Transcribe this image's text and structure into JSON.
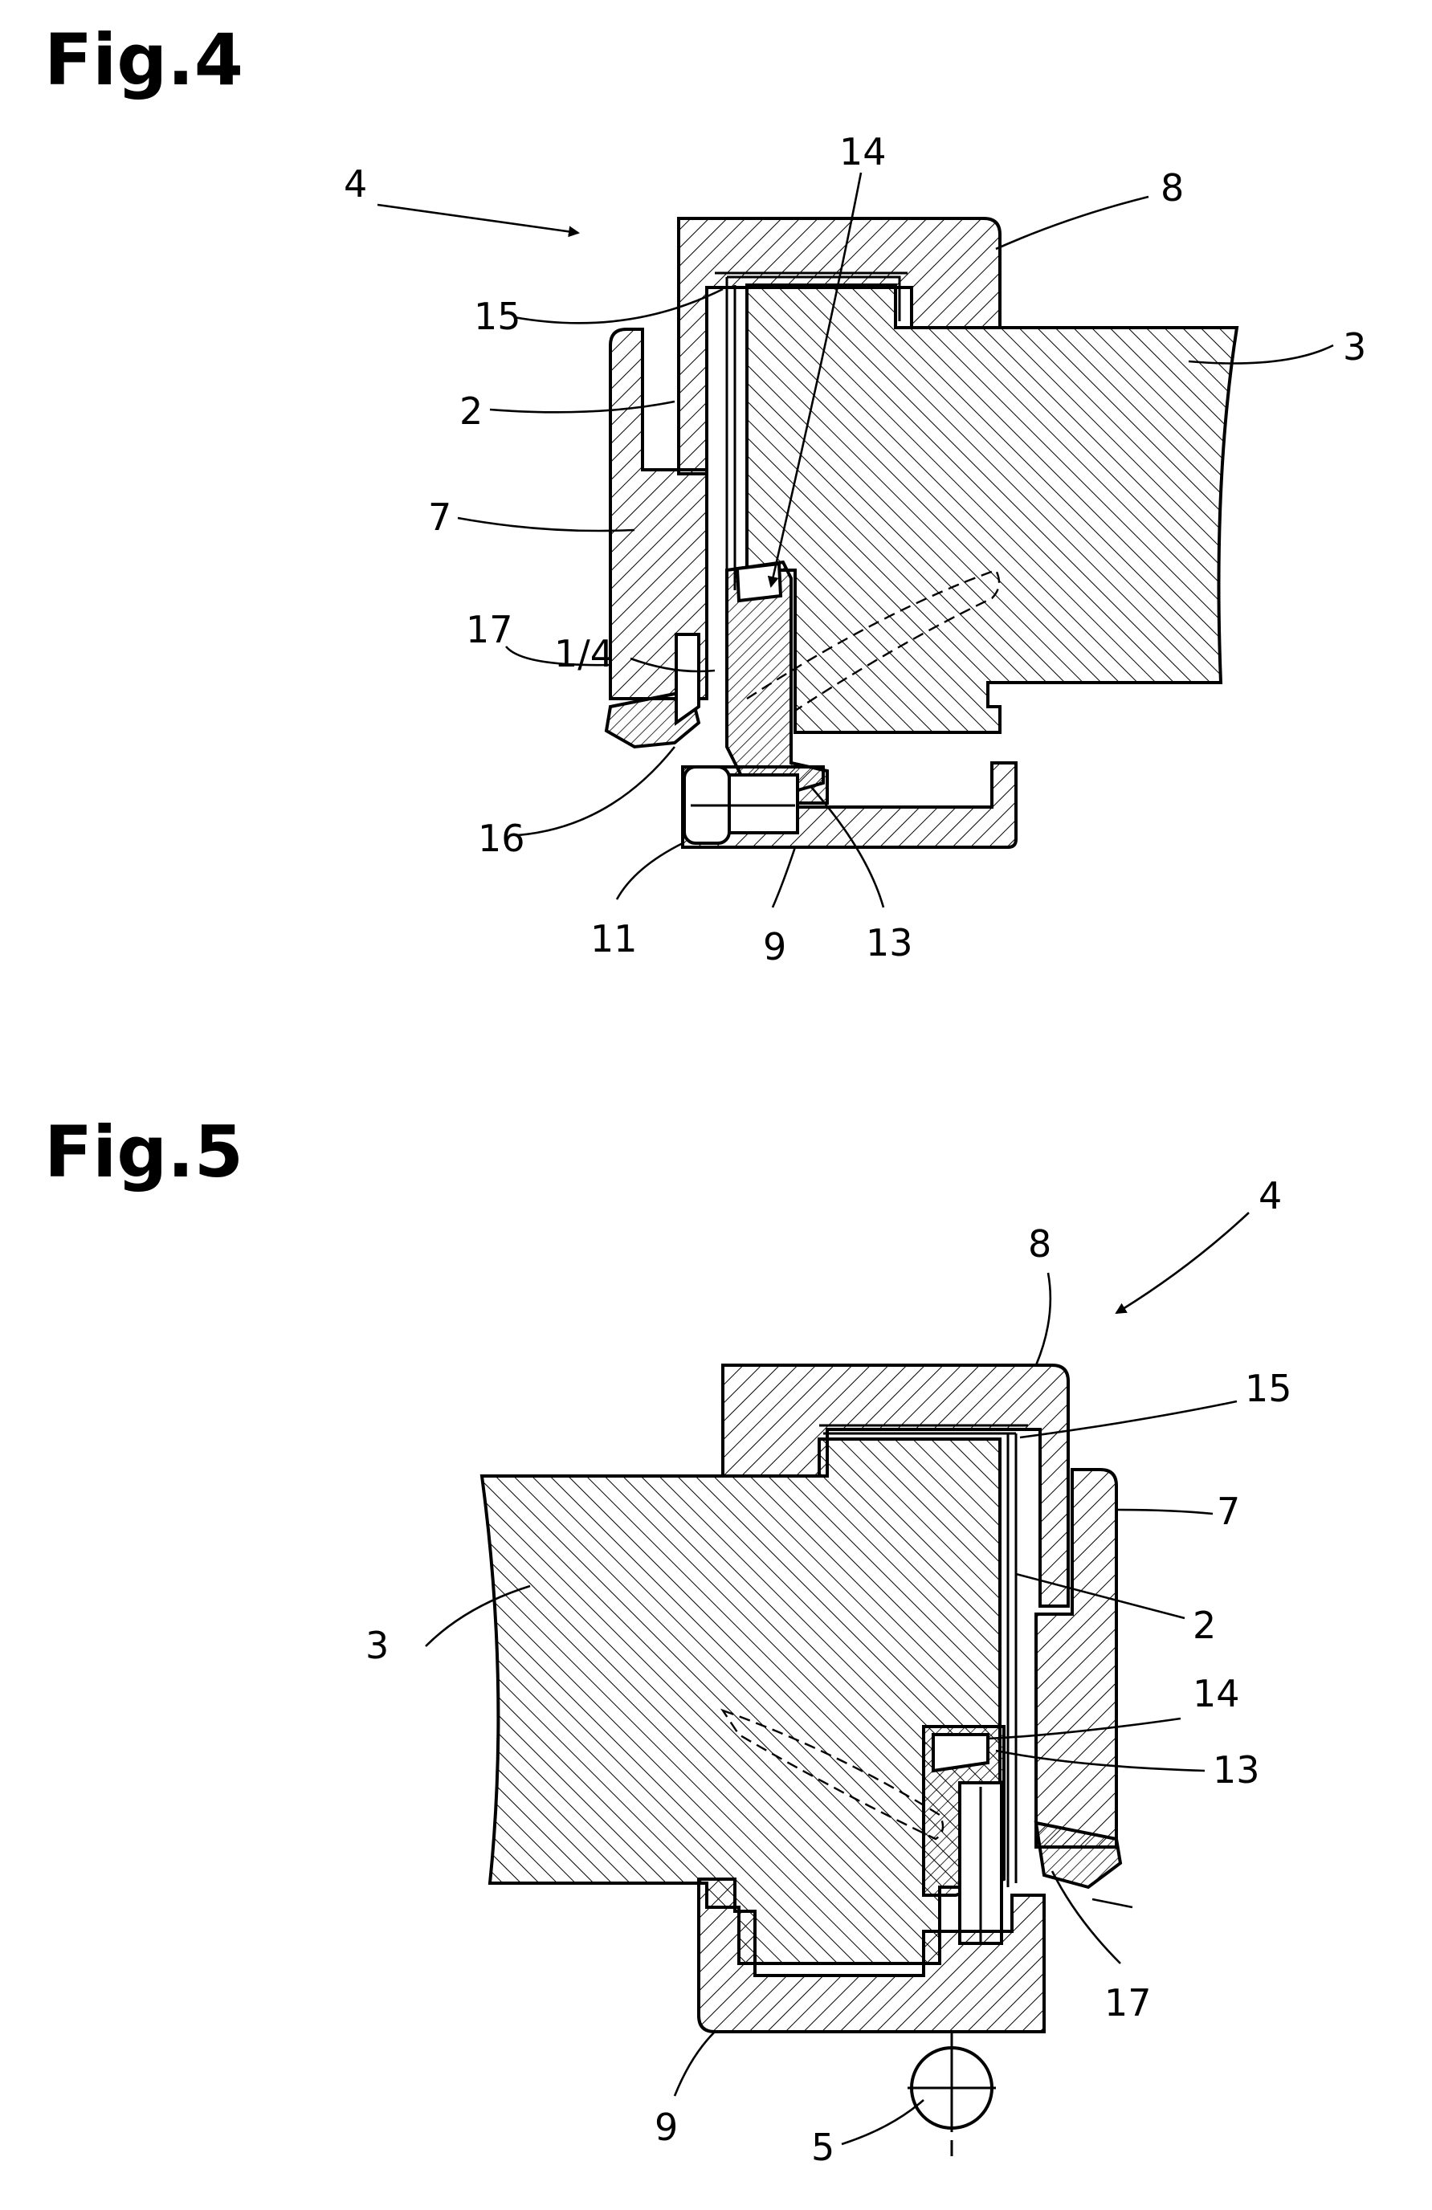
{
  "figures": [
    {
      "title": "Fig.4",
      "labels": {
        "n4": "4",
        "n14": "14",
        "n8": "8",
        "n15": "15",
        "n3": "3",
        "n2": "2",
        "n7": "7",
        "n17": "17",
        "n1_4": "1/4",
        "n16": "16",
        "n11": "11",
        "n9": "9",
        "n13": "13"
      }
    },
    {
      "title": "Fig.5",
      "labels": {
        "n4": "4",
        "n8": "8",
        "n15": "15",
        "n7": "7",
        "n3": "3",
        "n2": "2",
        "n14": "14",
        "n13": "13",
        "n17": "17",
        "n9": "9",
        "n5": "5"
      }
    }
  ],
  "colors": {
    "ink": "#000000",
    "paper": "#ffffff"
  }
}
